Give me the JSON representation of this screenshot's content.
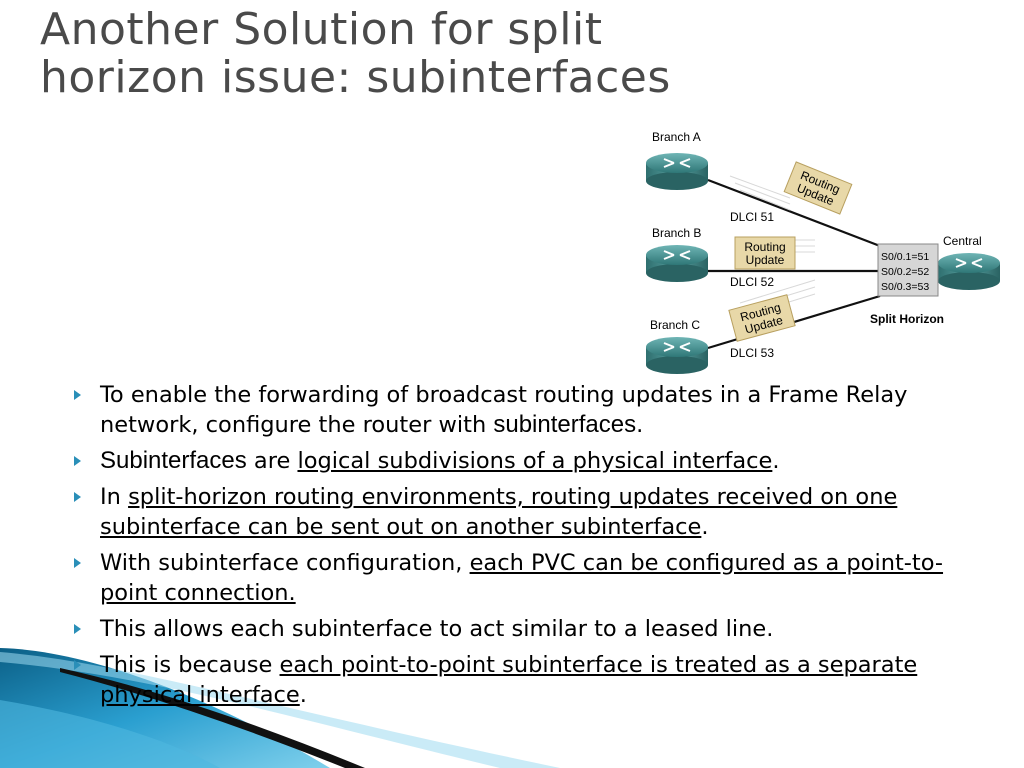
{
  "slide": {
    "title_line1": "Another Solution for split",
    "title_line2": "horizon issue: subinterfaces"
  },
  "diagram": {
    "branch_a": "Branch A",
    "branch_b": "Branch B",
    "branch_c": "Branch C",
    "central": "Central",
    "dlci_a": "DLCI 51",
    "dlci_b": "DLCI 52",
    "dlci_c": "DLCI 53",
    "update_a": [
      "Routing",
      "Update"
    ],
    "update_b": [
      "Routing",
      "Update"
    ],
    "update_c": [
      "Routing",
      "Update"
    ],
    "subif_1": "S0/0.1=51",
    "subif_2": "S0/0.2=52",
    "subif_3": "S0/0.3=53",
    "caption": "Split Horizon"
  },
  "bullets": [
    {
      "t1": "To enable the forwarding of broadcast routing updates in a Frame Relay network, configure the router with ",
      "b1": "subinterfaces",
      "t2": "."
    },
    {
      "b1": "Subinterfaces",
      "t1": " are ",
      "u1": "logical subdivisions of a physical interface",
      "t2": "."
    },
    {
      "t1": "In ",
      "u1": "split-horizon routing environments, routing updates received on one subinterface can be sent out on another subinterface",
      "t2": "."
    },
    {
      "t1": "With subinterface configuration, ",
      "u1": "each PVC can be configured as a point-to-point connection."
    },
    {
      "t1": "This allows each subinterface to act similar to a leased line."
    },
    {
      "t1": "This is because ",
      "u1": "each point-to-point subinterface is treated as a separate physical interface",
      "t2": "."
    }
  ],
  "colors": {
    "title": "#4a4a4a",
    "bullet_marker": "#2a8fb8",
    "accent_teal": "#1e7fa8",
    "router": "#3f8f8f"
  }
}
